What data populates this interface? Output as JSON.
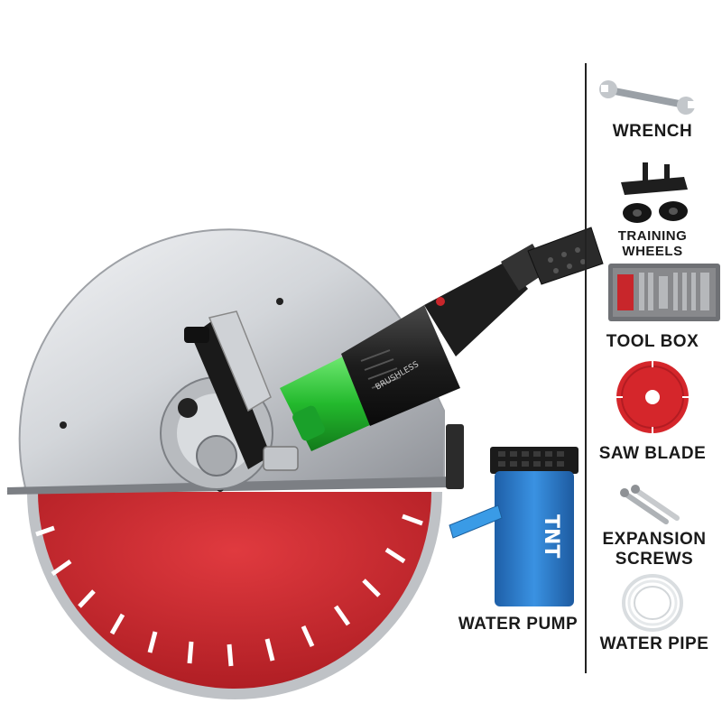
{
  "accessories": {
    "wrench": "WRENCH",
    "training_wheels_line1": "TRAINING",
    "training_wheels_line2": "WHEELS",
    "tool_box": "TOOL BOX",
    "saw_blade": "SAW BLADE",
    "expansion_screws_line1": "EXPANSION",
    "expansion_screws_line2": "SCREWS",
    "water_pipe": "WATER PIPE"
  },
  "main_items": {
    "water_pump": "WATER PUMP",
    "pump_brand": "TNT",
    "motor_label": "BRUSHLESS"
  },
  "colors": {
    "blade_red": "#c8262b",
    "motor_green": "#2fc43a",
    "pump_blue": "#2a7fd0",
    "guard_silver": "#c9ccd0"
  }
}
